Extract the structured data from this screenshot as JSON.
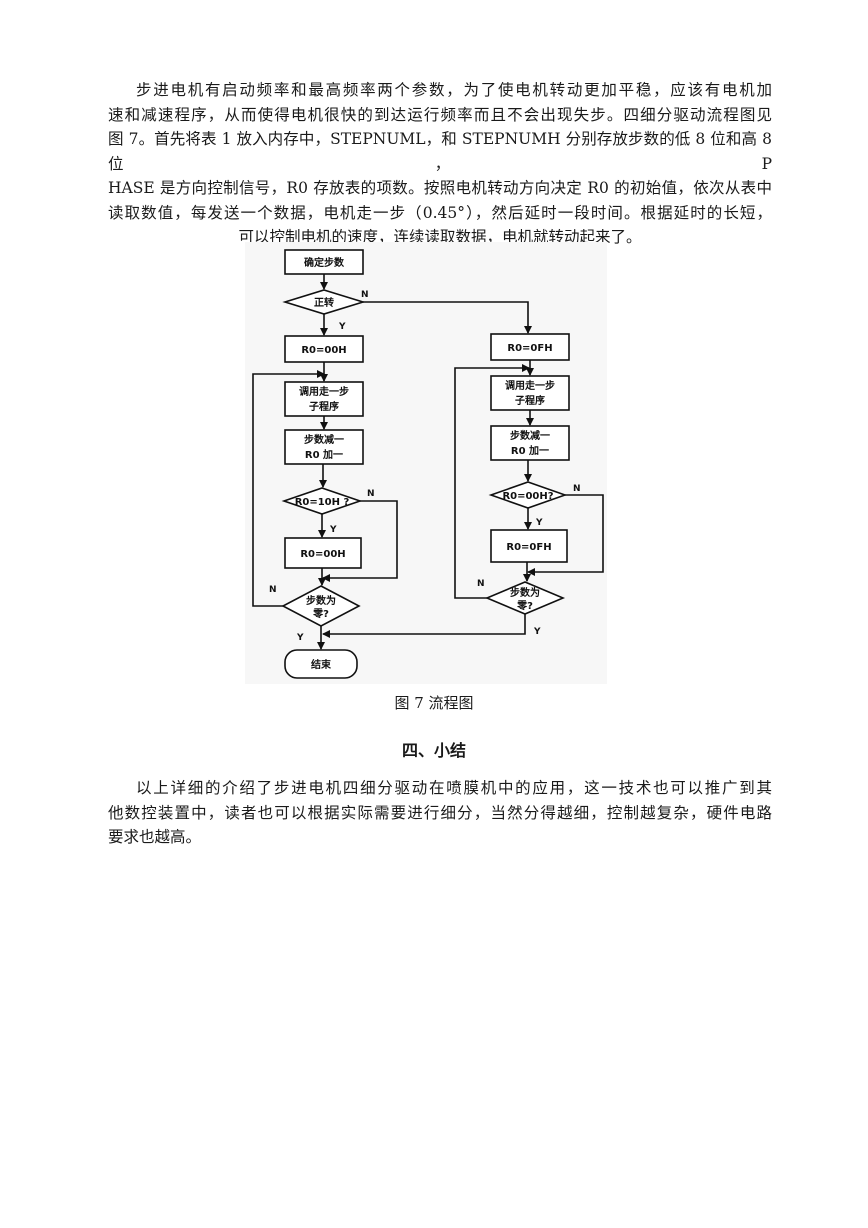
{
  "paragraph1": {
    "lines": [
      "步进电机有启动频率和最高频率两个参数，为了使电机转动更加平稳，应该有电机加",
      "速和减速程序，从而使得电机很快的到达运行频率而且不会出现失步。四细分驱动流程图见",
      "图 7。首先将表 1 放入内存中，STEPNUML，和 STEPNUMH 分别存放步数的低 8 位和高 8 位，P",
      "HASE 是方向控制信号，R0 存放表的项数。按照电机转动方向决定 R0 的初始值，依次从表中",
      "读取数值，每发送一个数据，电机走一步（0.45°），然后延时一段时间。根据延时的长短，",
      "可以控制电机的速度，连续读取数据，电机就转动起来了。"
    ]
  },
  "flowchart": {
    "start": "确定步数",
    "direction_decision": "正转",
    "left": {
      "init": "R0=00H",
      "call_line1": "调用走一步",
      "call_line2": "子程序",
      "update_line1": "步数减一",
      "update_line2": "R0 加一",
      "check": "R0=10H ?",
      "reset": "R0=00H",
      "zero_line1": "步数为",
      "zero_line2": "零?"
    },
    "right": {
      "init": "R0=0FH",
      "call_line1": "调用走一步",
      "call_line2": "子程序",
      "update_line1": "步数减一",
      "update_line2": "R0 加一",
      "check": "R0=00H?",
      "reset": "R0=0FH",
      "zero_line1": "步数为",
      "zero_line2": "零?"
    },
    "end": "结束",
    "yes": "Y",
    "no": "N"
  },
  "caption": "图 7 流程图",
  "section_heading": "四、小结",
  "paragraph2": {
    "lines": [
      "以上详细的介绍了步进电机四细分驱动在喷膜机中的应用，这一技术也可以推广到其",
      "他数控装置中，读者也可以根据实际需要进行细分，当然分得越细，控制越复杂，硬件电路",
      "要求也越高。"
    ]
  }
}
